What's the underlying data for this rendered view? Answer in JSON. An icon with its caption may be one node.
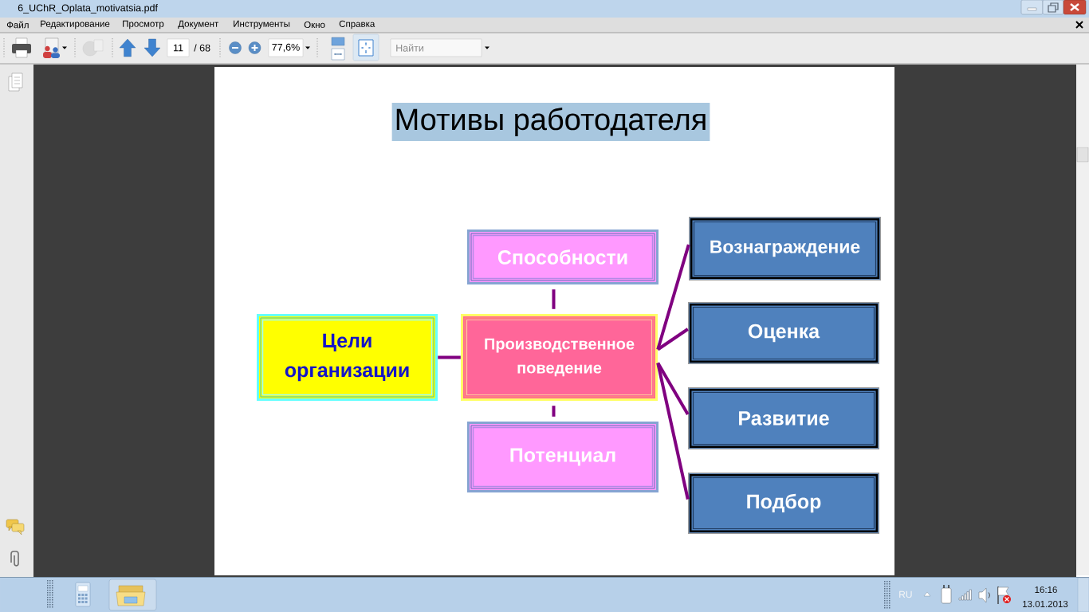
{
  "diagram": {
    "title": "Мотивы работодателя",
    "nodes": [
      {
        "text": [
          "Цели организации"
        ]
      },
      {
        "text": [
          "Способности"
        ]
      },
      {
        "text": [
          "Производственное поведение"
        ]
      },
      {
        "text": [
          "Потенциал"
        ]
      },
      {
        "text": [
          "Вознаграждение"
        ]
      },
      {
        "text": [
          "Оценка"
        ]
      },
      {
        "text": [
          "Развитие"
        ]
      },
      {
        "text": [
          "Подбор"
        ]
      }
    ],
    "edges": [
      {
        "from": 0,
        "to": 2,
        "arrow": "none"
      },
      {
        "from": 1,
        "to": 2,
        "arrow": "none"
      },
      {
        "from": 2,
        "to": 3,
        "arrow": "none"
      },
      {
        "from": 2,
        "to": 4,
        "arrow": "none"
      },
      {
        "from": 2,
        "to": 5,
        "arrow": "none"
      },
      {
        "from": 2,
        "to": 6,
        "arrow": "none"
      },
      {
        "from": 2,
        "to": 7,
        "arrow": "none"
      }
    ],
    "labels": [
      "6_UChR_Oplata_motivatsia.pdf",
      "Файл",
      "Редактирование",
      "Просмотр",
      "Документ",
      "Инструменты",
      "Окно",
      "Справка",
      "11",
      "/ 68",
      "77,6%",
      "Найти",
      "RU",
      "16:16",
      "13.01.2013"
    ]
  }
}
